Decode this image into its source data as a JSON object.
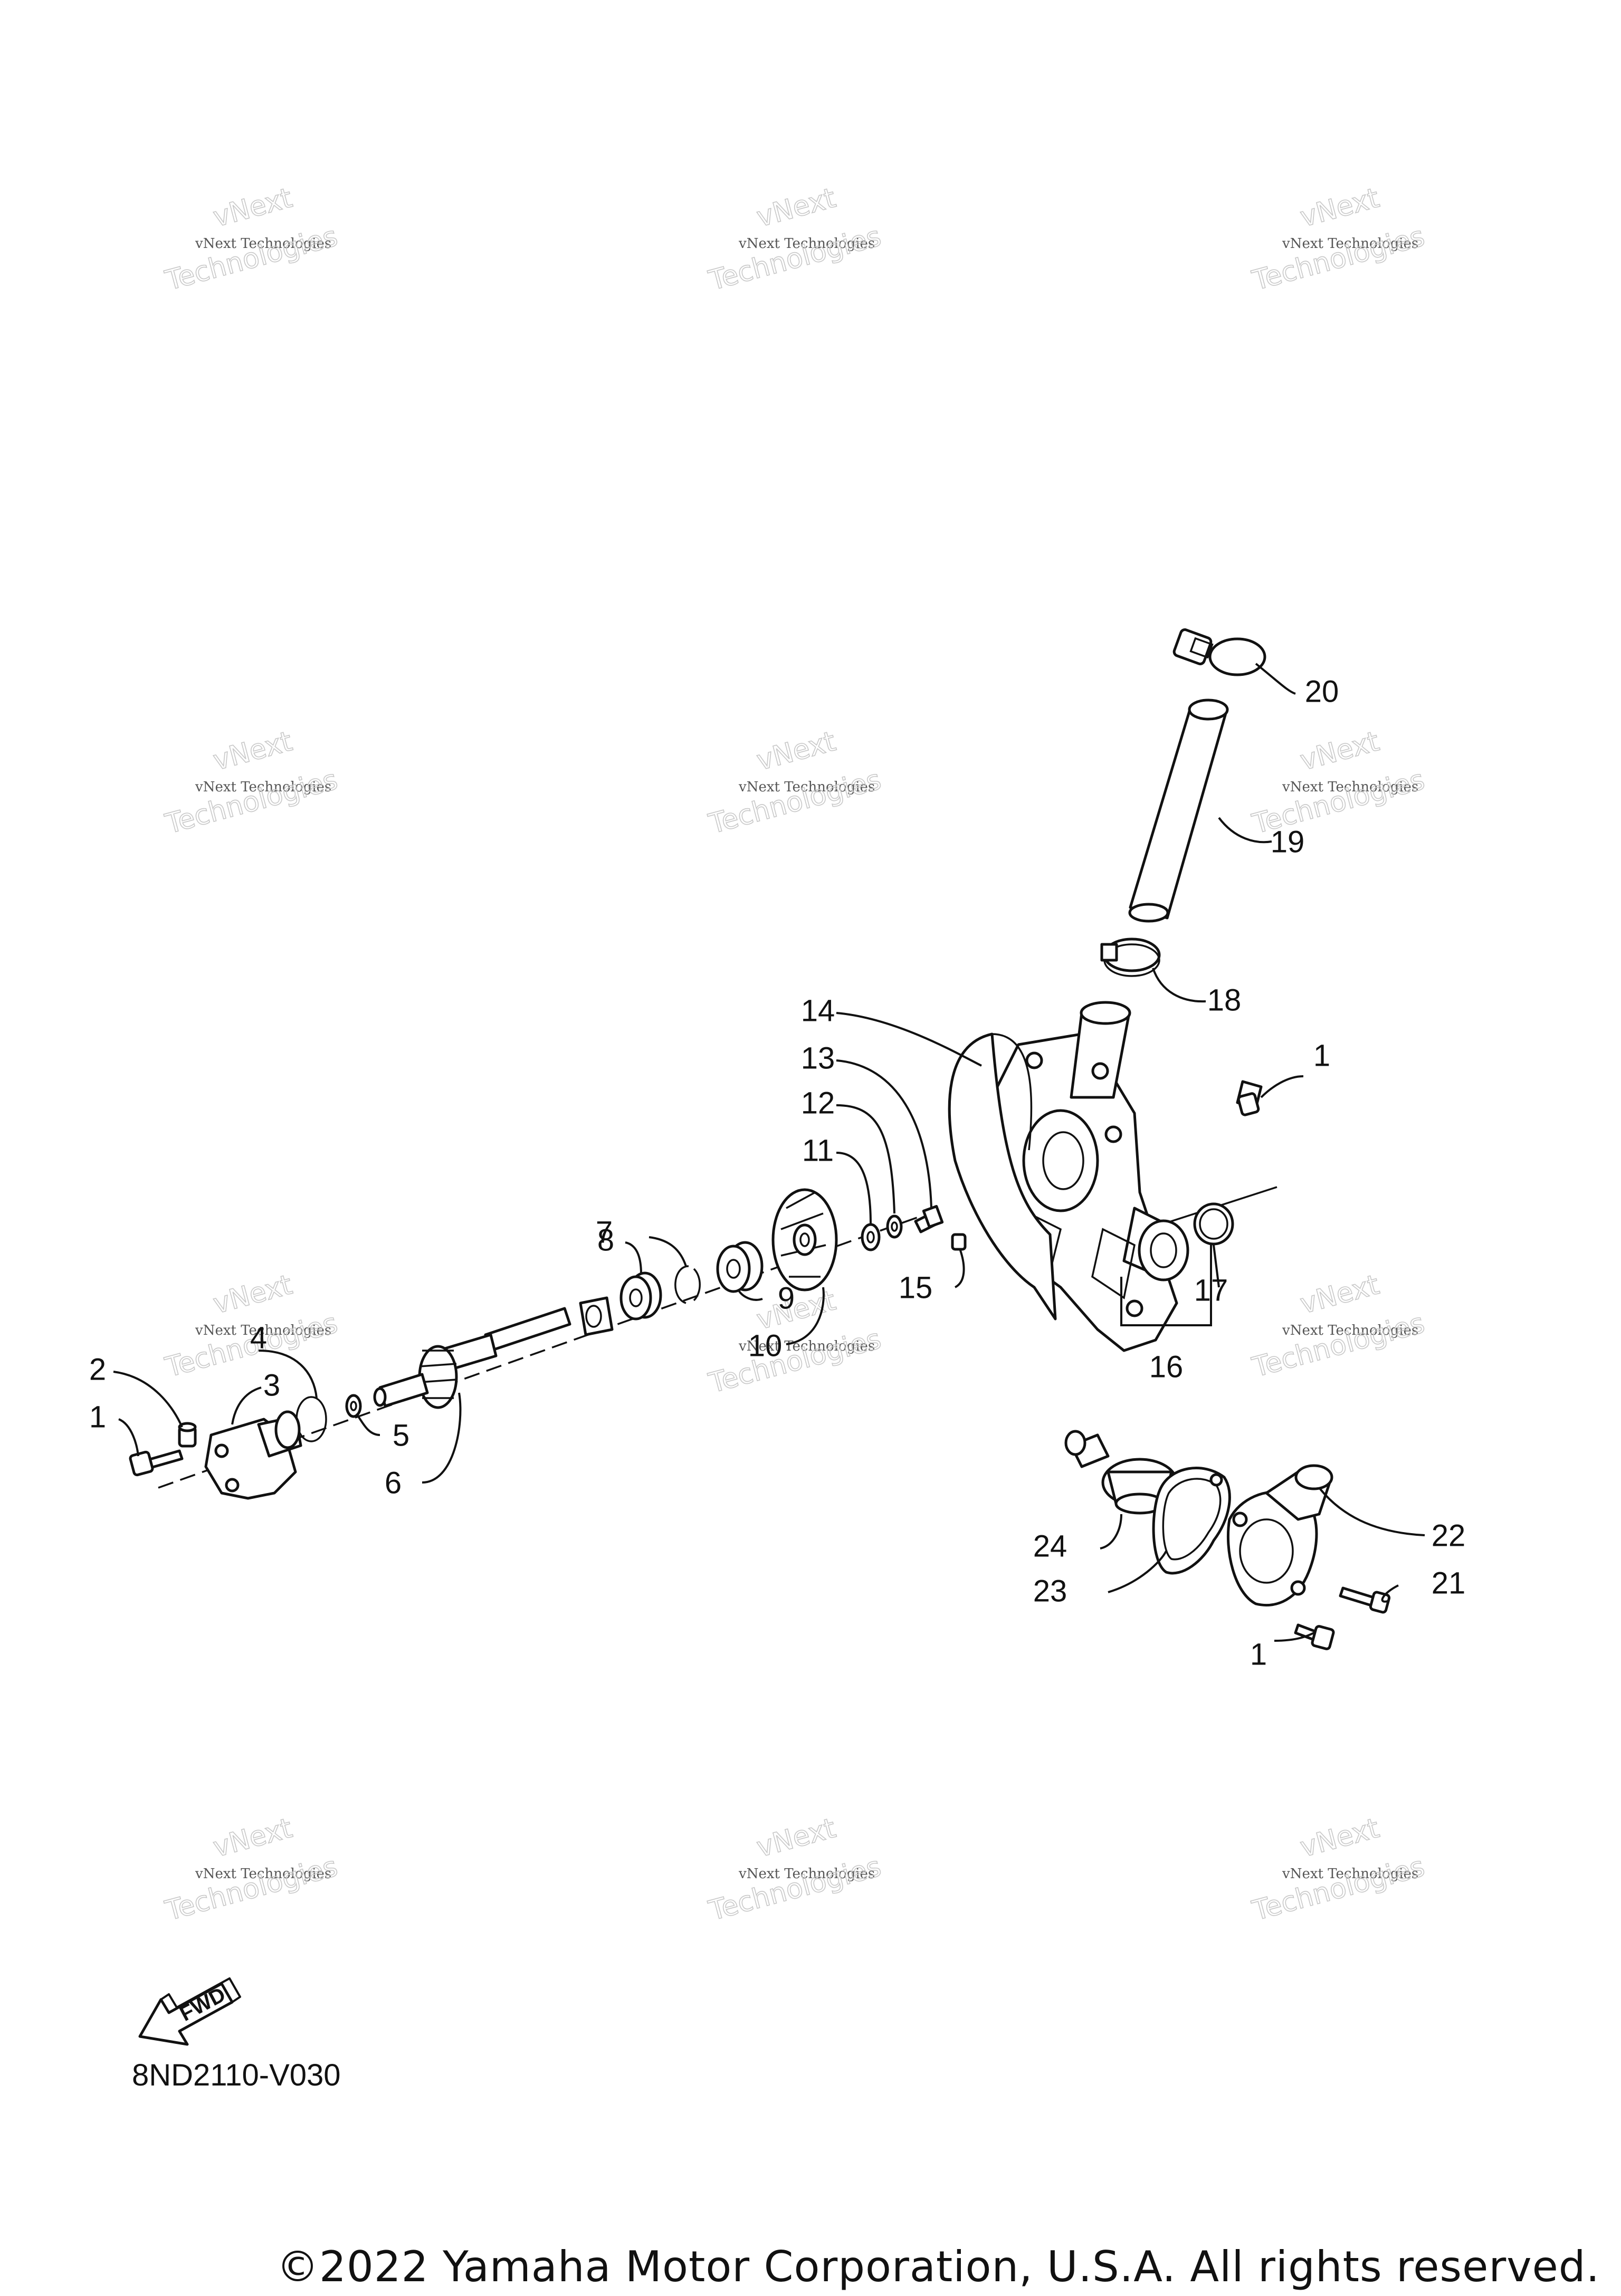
{
  "diagram": {
    "code": "8ND2110-V030",
    "copyright": "©2022 Yamaha Motor Corporation, U.S.A. All rights reserved.",
    "fwd_label": "FWD",
    "watermark": {
      "line1": "vNext Technologies",
      "line2": "vNext",
      "line3": "Technologies"
    },
    "callouts": {
      "c1a": "1",
      "c1b": "1",
      "c1c": "1",
      "c2": "2",
      "c3": "3",
      "c4": "4",
      "c5": "5",
      "c6": "6",
      "c7": "7",
      "c8": "8",
      "c9": "9",
      "c10": "10",
      "c11": "11",
      "c12": "12",
      "c13": "13",
      "c14": "14",
      "c15": "15",
      "c16": "16",
      "c17": "17",
      "c18": "18",
      "c19": "19",
      "c20": "20",
      "c21": "21",
      "c22": "22",
      "c23": "23",
      "c24": "24"
    }
  }
}
